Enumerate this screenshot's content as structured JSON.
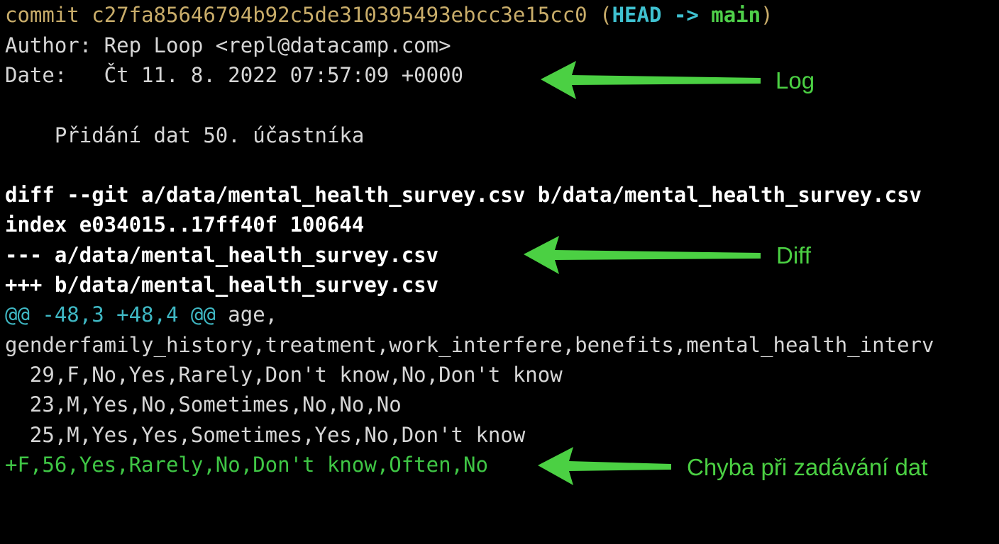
{
  "log": {
    "commit_word": "commit",
    "commit_hash": "c27fa85646794b92c5de310395493ebcc3e15cc0",
    "ref_open": "(",
    "ref_head": "HEAD -> ",
    "ref_branch": "main",
    "ref_close": ")",
    "author_line": "Author: Rep Loop <repl@datacamp.com>",
    "date_line": "Date:   Čt 11. 8. 2022 07:57:09 +0000",
    "message": "    Přidání dat 50. účastníka"
  },
  "diff": {
    "header": "diff --git a/data/mental_health_survey.csv b/data/mental_health_survey.csv",
    "index": "index e034015..17ff40f 100644",
    "old_file": "--- a/data/mental_health_survey.csv",
    "new_file": "+++ b/data/mental_health_survey.csv",
    "hunk_header": "@@ -48,3 +48,4 @@",
    "hunk_context": " age,",
    "column_line": "genderfamily_history,treatment,work_interfere,benefits,mental_health_interv",
    "context_lines": [
      "  29,F,No,Yes,Rarely,Don't know,No,Don't know",
      "  23,M,Yes,No,Sometimes,No,No,No",
      "  25,M,Yes,Yes,Sometimes,Yes,No,Don't know"
    ],
    "added_line": "+F,56,Yes,Rarely,No,Don't know,Often,No"
  },
  "annotations": {
    "log_label": "Log",
    "diff_label": "Diff",
    "error_label": "Chyba při zadávání dat",
    "arrow_color": "#4bd043"
  }
}
